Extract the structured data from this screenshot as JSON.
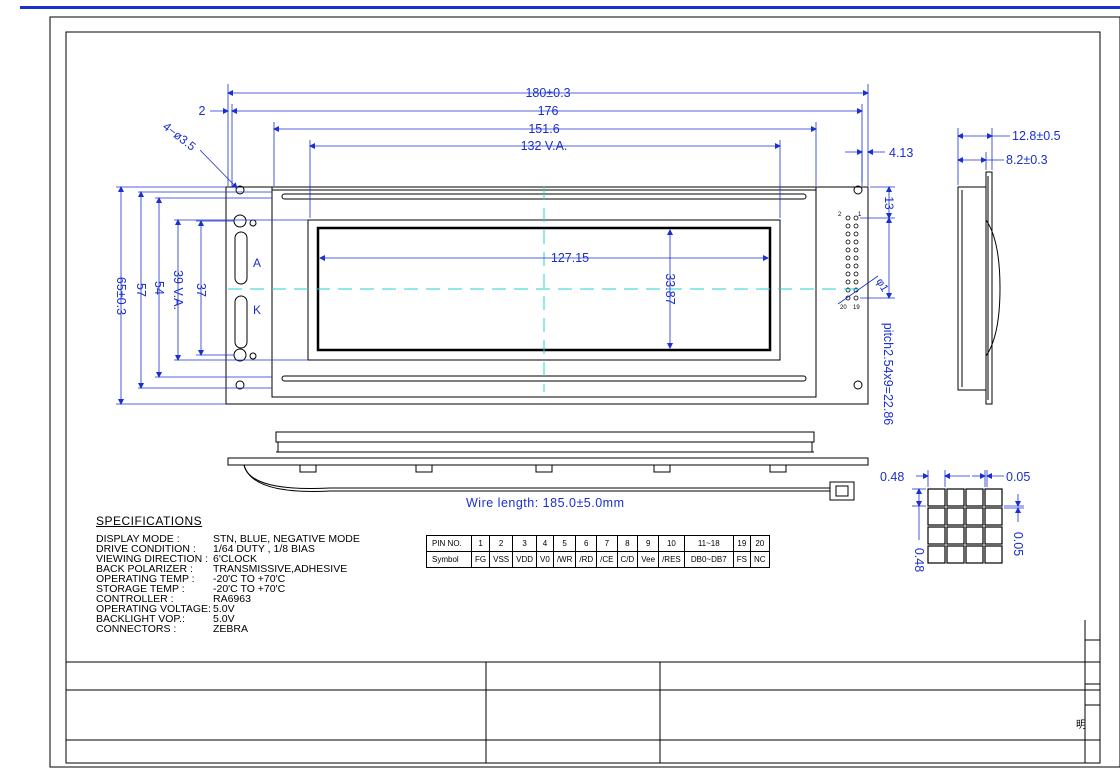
{
  "colors": {
    "dimension": "#1a2fd0",
    "axis": "#2ad0d0",
    "outline": "#000000"
  },
  "front_view": {
    "dim_outer_width": "180±0.3",
    "dim_pcb_width": "176",
    "dim_bezel_width": "151.6",
    "dim_viewing_area_width": "132 V.A.",
    "dim_edge": "2",
    "dim_holes": "4−ø3.5",
    "dim_active_width": "127.15",
    "dim_active_height": "33.87",
    "dim_outer_height": "65±0.3",
    "dim_height_57": "57",
    "dim_height_54": "54",
    "dim_viewing_area_height": "39 V.A.",
    "dim_height_37": "37",
    "dim_pin_offset": "4.13",
    "dim_pin_top": "13",
    "dim_pin_dia": "φ1",
    "dim_pin_pitch": "pitch2.54x9=22.86",
    "pin_label_2": "2",
    "pin_label_1": "1",
    "pin_label_20": "20",
    "pin_label_19": "19",
    "anode_label": "A",
    "cathode_label": "K"
  },
  "side_view": {
    "dim_total_thickness": "12.8±0.5",
    "dim_module_thickness": "8.2±0.3"
  },
  "bottom_view": {
    "wire_length": "Wire length: 185.0±5.0mm"
  },
  "pixel_detail": {
    "dim_pixel_width": "0.48",
    "dim_pixel_gap": "0.05",
    "dim_pixel_gap_v": "0.05",
    "dim_pixel_height": "0.48"
  },
  "specifications": {
    "title": "SPECIFICATIONS",
    "rows": [
      {
        "key": "DISPLAY      MODE :",
        "value": "STN, BLUE, NEGATIVE MODE"
      },
      {
        "key": "DRIVE  CONDITION :",
        "value": "1/64 DUTY , 1/8 BIAS"
      },
      {
        "key": "VIEWING DIRECTION :",
        "value": "6'CLOCK"
      },
      {
        "key": "BACK  POLARIZER :",
        "value": "TRANSMISSIVE,ADHESIVE"
      },
      {
        "key": "OPERATING  TEMP :",
        "value": "-20'C TO +70'C"
      },
      {
        "key": "STORAGE    TEMP :",
        "value": "-20'C TO +70'C"
      },
      {
        "key": "CONTROLLER :",
        "value": "RA6963"
      },
      {
        "key": "OPERATING VOLTAGE:",
        "value": "5.0V"
      },
      {
        "key": "BACKLIGHT VOP.:",
        "value": "5.0V"
      },
      {
        "key": "CONNECTORS :",
        "value": "ZEBRA"
      }
    ]
  },
  "pin_table": {
    "row_header_pin": "PIN NO.",
    "row_header_symbol": "Symbol",
    "pins": [
      "1",
      "2",
      "3",
      "4",
      "5",
      "6",
      "7",
      "8",
      "9",
      "10",
      "11~18",
      "19",
      "20"
    ],
    "symbols": [
      "FG",
      "VSS",
      "VDD",
      "V0",
      "/WR",
      "/RD",
      "/CE",
      "C/D",
      "Vee",
      "/RES",
      "DB0~DB7",
      "FS",
      "NC"
    ]
  },
  "title_block": {
    "corner_text": "明"
  }
}
